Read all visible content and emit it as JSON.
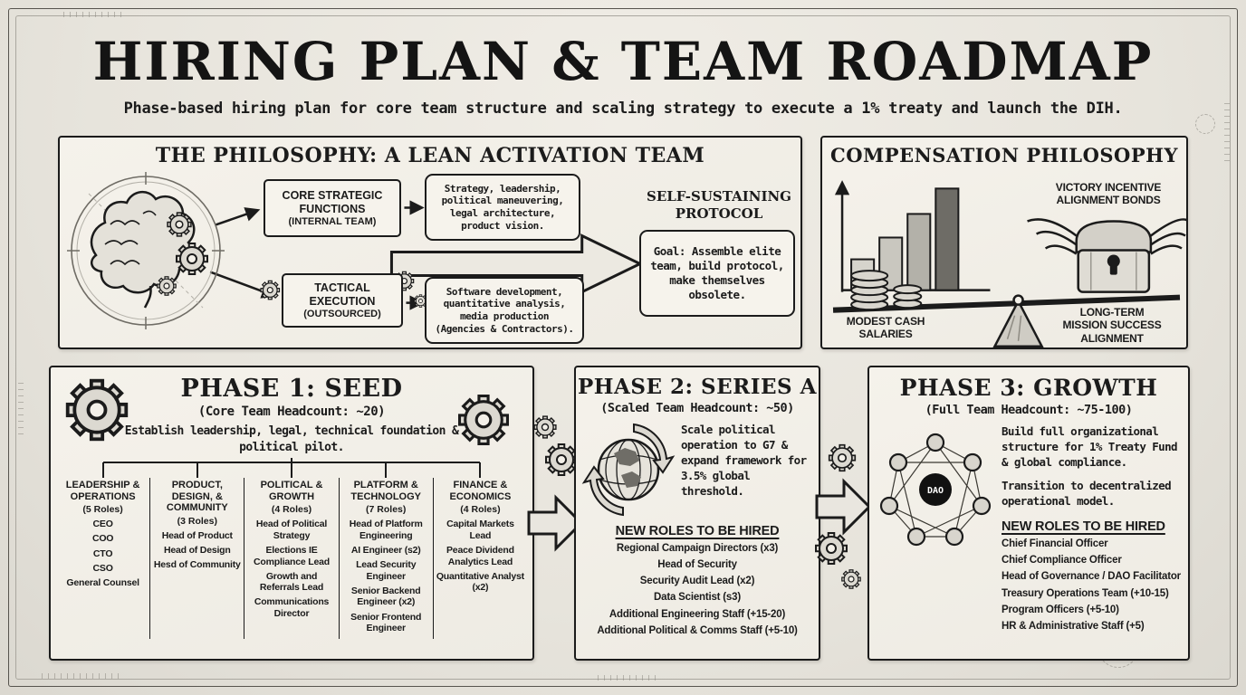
{
  "page": {
    "title": "HIRING PLAN & TEAM ROADMAP",
    "subtitle": "Phase-based hiring plan for core team structure and scaling strategy to execute a 1% treaty and launch the DIH."
  },
  "philosophy": {
    "title": "THE PHILOSOPHY: A LEAN ACTIVATION TEAM",
    "core_title": "CORE STRATEGIC FUNCTIONS",
    "core_subtitle": "(INTERNAL TEAM)",
    "core_detail": "Strategy, leadership, political maneuvering, legal architecture, product vision.",
    "tactical_title": "TACTICAL EXECUTION",
    "tactical_subtitle": "(OUTSOURCED)",
    "tactical_detail": "Software development, quantitative analysis, media production (Agencies & Contractors).",
    "protocol_title": "SELF-SUSTAINING PROTOCOL",
    "protocol_goal": "Goal: Assemble elite team, build protocol, make themselves obsolete."
  },
  "compensation": {
    "title": "COMPENSATION PHILOSOPHY",
    "bonds_label": "VICTORY INCENTIVE ALIGNMENT BONDS",
    "salaries_label": "MODEST CASH SALARIES",
    "alignment_label": "LONG-TERM MISSION SUCCESS ALIGNMENT"
  },
  "phase1": {
    "title": "PHASE 1: SEED",
    "headcount": "(Core Team Headcount: ~20)",
    "description": "Establish leadership, legal, technical foundation & political pilot.",
    "columns": [
      {
        "title": "LEADERSHIP & OPERATIONS",
        "count": "(5 Roles)",
        "roles": [
          "CEO",
          "COO",
          "CTO",
          "CSO",
          "General Counsel"
        ]
      },
      {
        "title": "PRODUCT, DESIGN, & COMMUNITY",
        "count": "(3 Roles)",
        "roles": [
          "Head of Product",
          "Head of Design",
          "Hesd of Community"
        ]
      },
      {
        "title": "POLITICAL & GROWTH",
        "count": "(4 Roles)",
        "roles": [
          "Head of Political Strategy",
          "Elections IE Compliance Lead",
          "Growth and Referrals Lead",
          "Communications Director"
        ]
      },
      {
        "title": "PLATFORM & TECHNOLOGY",
        "count": "(7 Roles)",
        "roles": [
          "Head of Platform Engineering",
          "AI Engineer (s2)",
          "Lead Security Engineer",
          "Senior Backend Engineer (x2)",
          "Senior Frontend Engineer"
        ]
      },
      {
        "title": "FINANCE & ECONOMICS",
        "count": "(4 Roles)",
        "roles": [
          "Capital Markets Lead",
          "Peace Dividend Analytics Lead",
          "Quantitative Analyst (x2)"
        ]
      }
    ]
  },
  "phase2": {
    "title": "PHASE 2: SERIES A",
    "headcount": "(Scaled Team Headcount: ~50)",
    "description": "Scale political operation to G7 & expand framework for 3.5% global threshold.",
    "new_roles_title": "NEW ROLES TO BE HIRED",
    "roles": [
      "Regional Campaign Directors (x3)",
      "Head of Security",
      "Security Audit Lead (x2)",
      "Data Scientist (s3)",
      "Additional Engineering Staff (+15-20)",
      "Additional Political & Comms Staff (+5-10)"
    ]
  },
  "phase3": {
    "title": "PHASE 3: GROWTH",
    "headcount": "(Full Team Headcount: ~75-100)",
    "description1": "Build full organizational structure for 1% Treaty Fund & global compliance.",
    "description2": "Transition to decentralized operational model.",
    "new_roles_title": "NEW ROLES TO BE HIRED",
    "dao_label": "DAO",
    "roles": [
      "Chief Financial Officer",
      "Chief Compliance Officer",
      "Head of Governance / DAO Facilitator",
      "Treasury Operations Team (+10-15)",
      "Program Officers (+5-10)",
      "HR & Administrative Staff (+5)"
    ]
  }
}
